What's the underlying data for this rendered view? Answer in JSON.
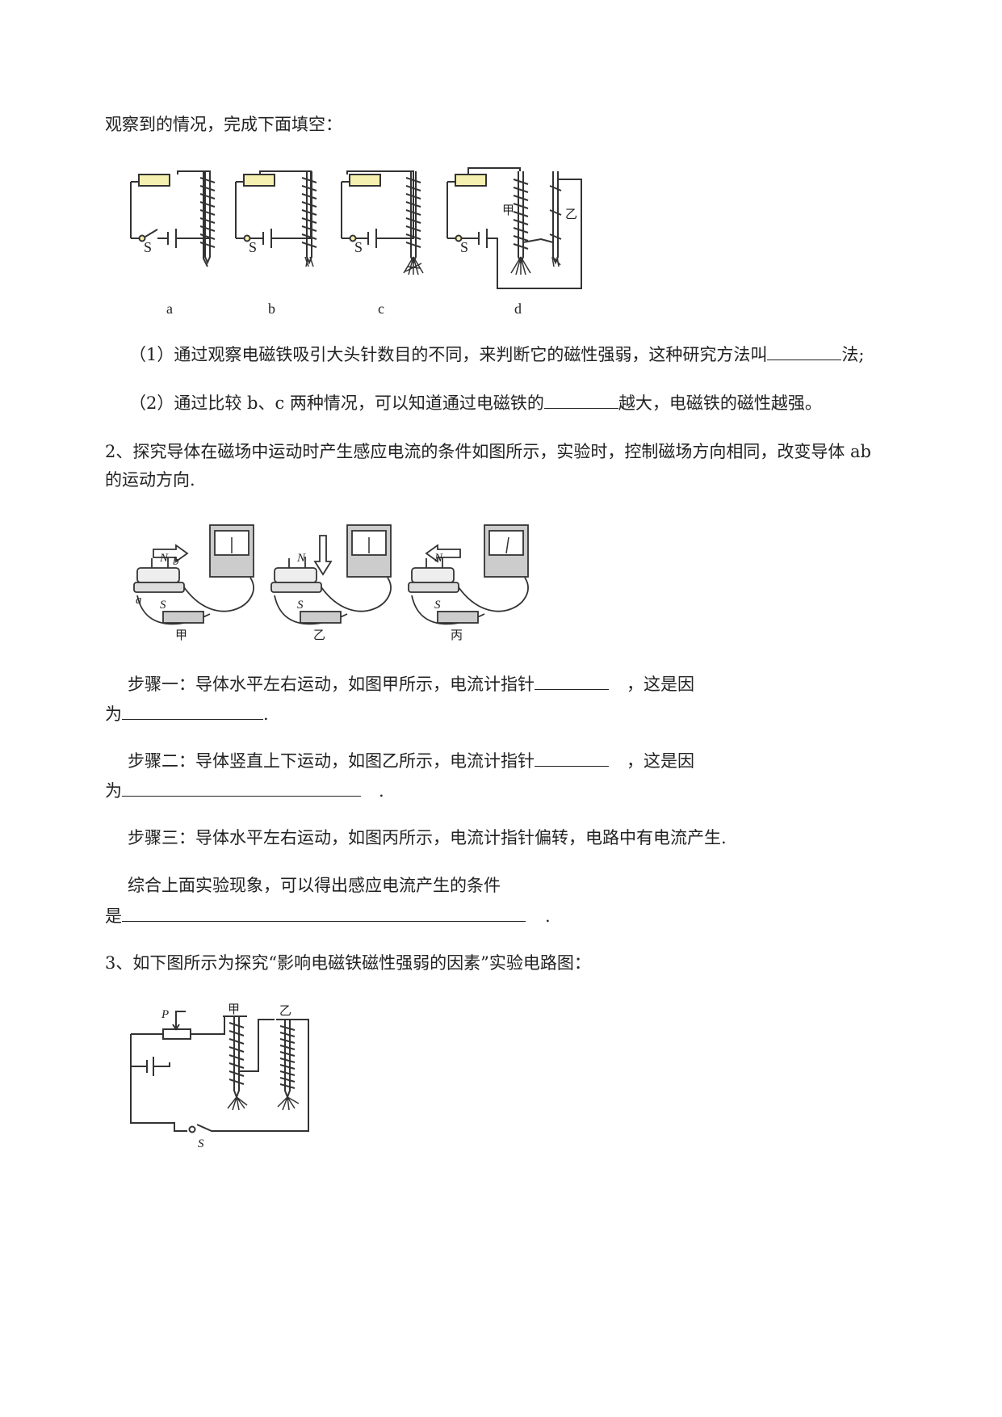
{
  "intro": "观察到的情况，完成下面填空：",
  "fig1": {
    "labels": [
      "a",
      "b",
      "c",
      "d"
    ],
    "switch_label": "S",
    "nail_labels": [
      "甲",
      "乙"
    ]
  },
  "q1": {
    "item1": {
      "pre": "（1）通过观察电磁铁吸引大头针数目的不同，来判断它的磁性强弱，这种研究方法叫",
      "post": "法;"
    },
    "item2": {
      "pre": "（2）通过比较 b、c 两种情况，可以知道通过电磁铁的",
      "post": "越大，电磁铁的磁性越强。"
    }
  },
  "q2": {
    "line1": "2、探究导体在磁场中运动时产生感应电流的条件如图所示，实验时，控制磁场方向相同，改变导体 ab",
    "line2": "的运动方向.",
    "fig_labels": [
      "甲",
      "乙",
      "丙"
    ],
    "pole_n": "N",
    "pole_s": "S",
    "a": "a",
    "b": "b",
    "step1": {
      "pre": "步骤一：导体水平左右运动，如图甲所示，电流计指针",
      "mid": "，这是因",
      "line2_pre": "为",
      "line2_post": "."
    },
    "step2": {
      "pre": "步骤二：导体竖直上下运动，如图乙所示，电流计指针",
      "mid": "，这是因",
      "line2_pre": "为",
      "line2_post": "."
    },
    "step3": "步骤三：导体水平左右运动，如图丙所示，电流计指针偏转，电路中有电流产生.",
    "summary1": "综合上面实验现象，可以得出感应电流产生的条件",
    "summary2_pre": "是",
    "summary2_post": "."
  },
  "q3": {
    "line": "3、如下图所示为探究“影响电磁铁磁性强弱的因素”实验电路图：",
    "p_label": "P",
    "s_label": "S",
    "nail_labels": [
      "甲",
      "乙"
    ]
  }
}
